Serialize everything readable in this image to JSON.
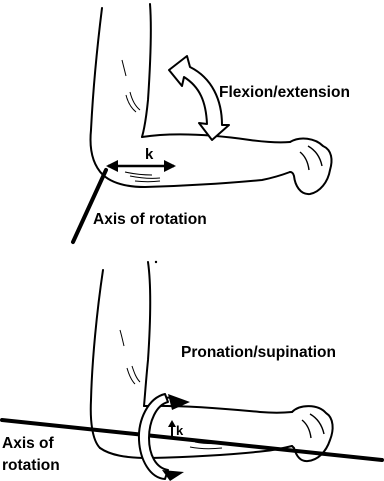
{
  "panels": [
    {
      "id": "flexion",
      "motion_label": "Flexion/extension",
      "distance_label": "k",
      "axis_label_line1": "Axis of rotation",
      "axis_label_line2": ""
    },
    {
      "id": "pronation",
      "motion_label": "Pronation/supination",
      "distance_label": "k",
      "axis_label_line1": "Axis of",
      "axis_label_line2": "rotation"
    }
  ],
  "colors": {
    "ink": "#000000",
    "paper": "#ffffff"
  }
}
